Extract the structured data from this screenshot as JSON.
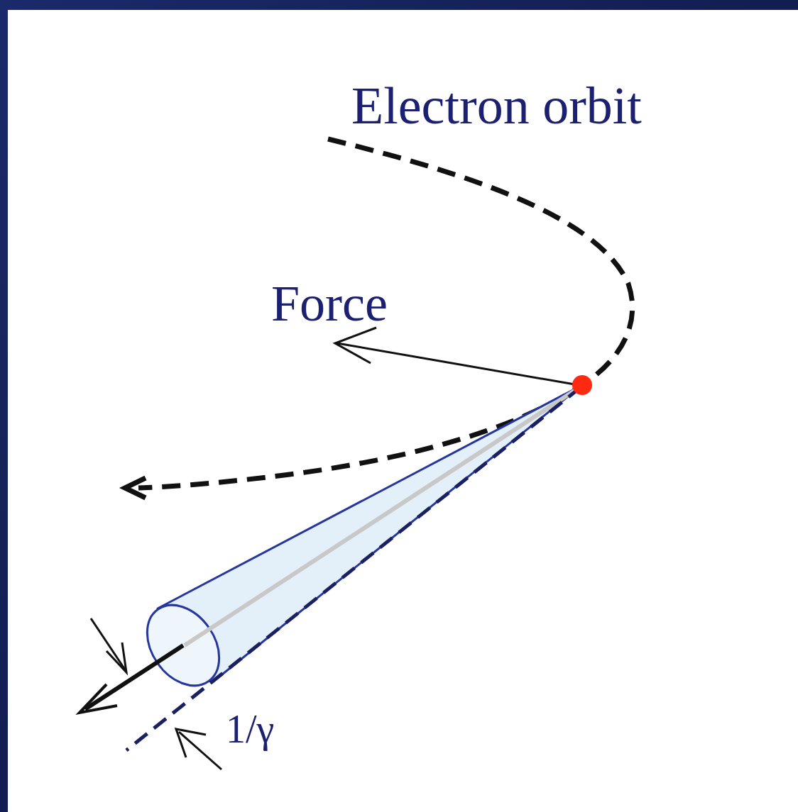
{
  "diagram": {
    "labels": [
      "Electron orbit",
      "Force",
      "1/γ"
    ]
  }
}
